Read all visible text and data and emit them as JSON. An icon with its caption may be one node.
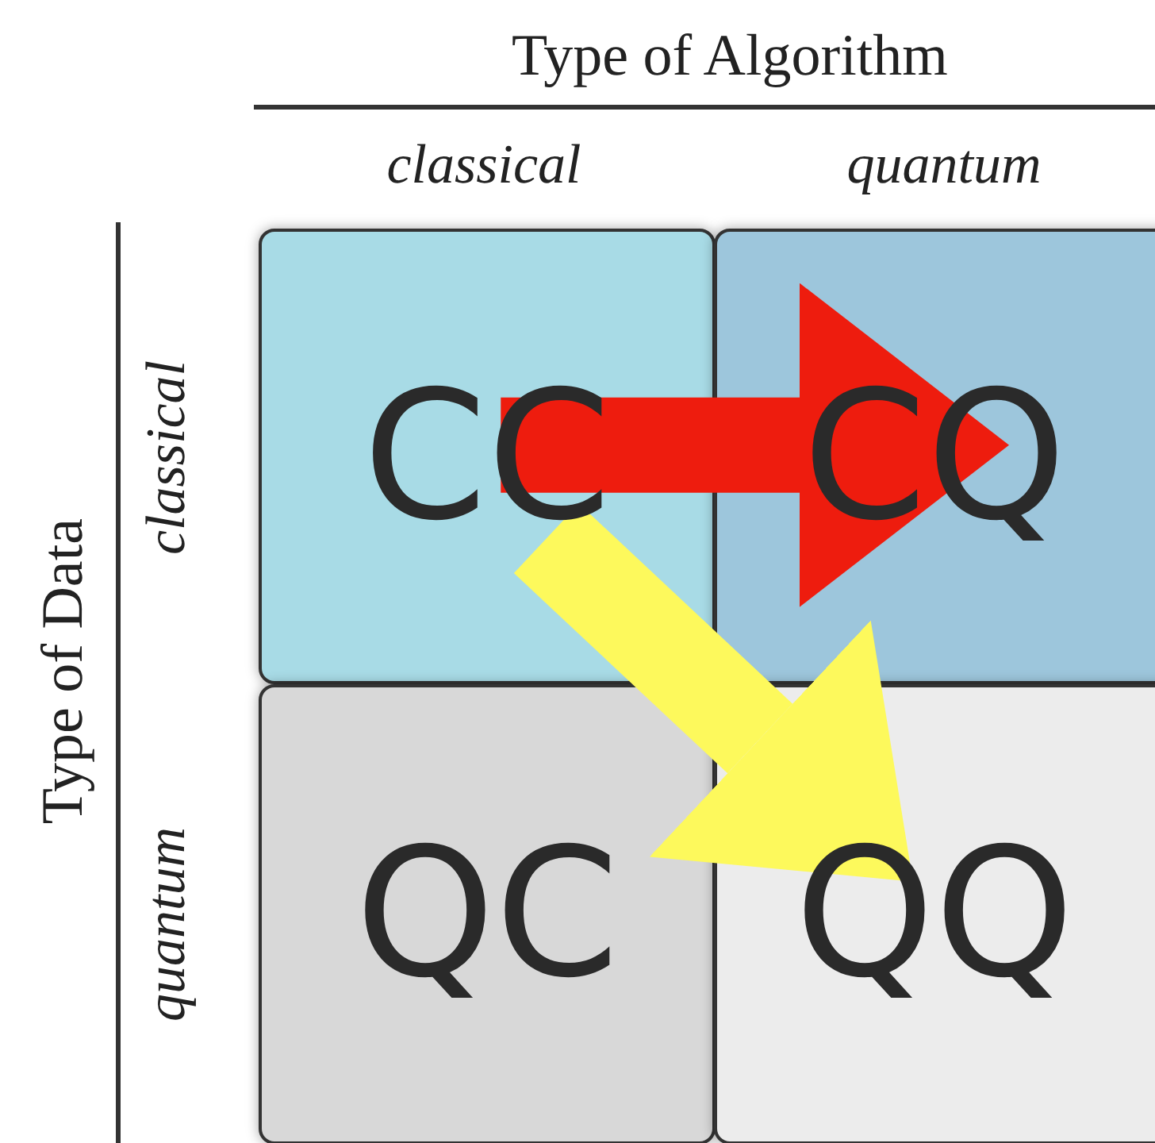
{
  "diagram": {
    "nodes": [
      {
        "text": [
          "CC"
        ]
      },
      {
        "text": [
          "CQ"
        ]
      },
      {
        "text": [
          "QC"
        ]
      },
      {
        "text": [
          "QQ"
        ]
      }
    ],
    "edges": [
      {
        "from": 0,
        "to": 1,
        "arrow": "to",
        "color": "#ee1c0e"
      },
      {
        "from": 0,
        "to": 3,
        "arrow": "to",
        "color": "#fdf95c"
      }
    ],
    "labels": [
      "Type of Algorithm",
      "classical",
      "quantum",
      "Type of Data",
      "classical",
      "quantum"
    ]
  }
}
